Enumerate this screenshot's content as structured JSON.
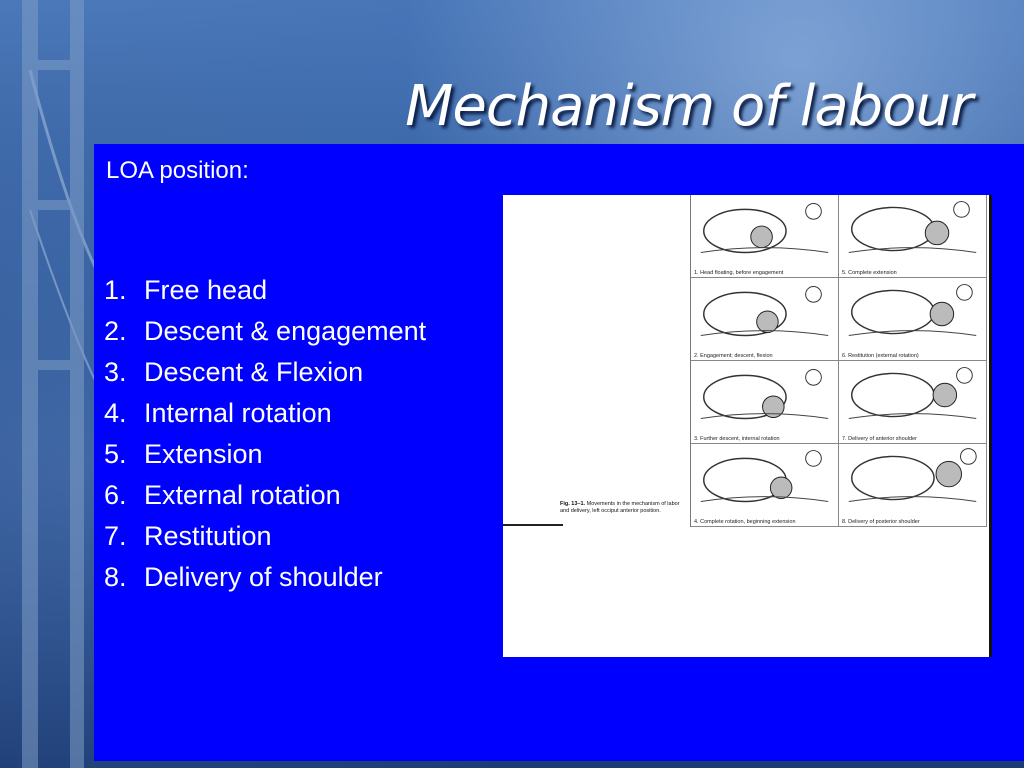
{
  "slide": {
    "title": "Mechanism of labour",
    "subtitle": "LOA position:",
    "steps": [
      {
        "num": "1.",
        "text": "Free head"
      },
      {
        "num": "2.",
        "text": "Descent & engagement"
      },
      {
        "num": "3.",
        "text": "Descent & Flexion"
      },
      {
        "num": "4.",
        "text": "Internal rotation"
      },
      {
        "num": "5.",
        "text": "Extension"
      },
      {
        "num": "6.",
        "text": "External rotation"
      },
      {
        "num": "7.",
        "text": "Restitution"
      },
      {
        "num": "8.",
        "text": "Delivery of shoulder"
      }
    ]
  },
  "figure": {
    "caption_label": "Fig. 13–1.",
    "caption_text": "Movements in the mechanism of labor and delivery, left occiput anterior position.",
    "panels": [
      "1. Head floating, before engagement",
      "5. Complete extension",
      "2. Engagement; descent, flexion",
      "6. Restitution (external rotation)",
      "3. Further descent, internal rotation",
      "7. Delivery of anterior shoulder",
      "4. Complete rotation, beginning extension",
      "8. Delivery of posterior shoulder"
    ]
  },
  "colors": {
    "panel": "#0000ff",
    "text": "#ffffff"
  }
}
